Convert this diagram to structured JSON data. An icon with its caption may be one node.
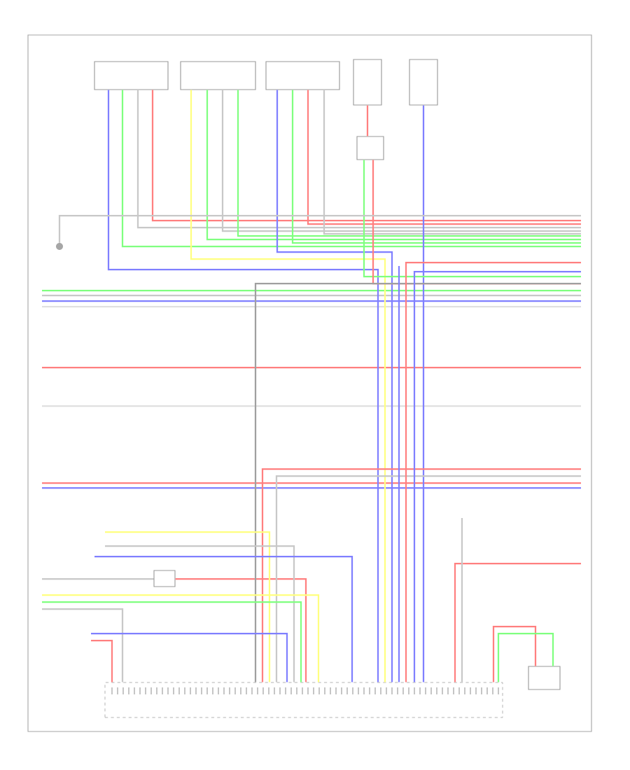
{
  "diagram": {
    "nodes": [
      {
        "text": [],
        "shape": "box"
      },
      {
        "text": [],
        "shape": "box"
      },
      {
        "text": [],
        "shape": "box"
      },
      {
        "text": [],
        "shape": "box"
      },
      {
        "text": [],
        "shape": "box"
      },
      {
        "text": [],
        "shape": "box"
      },
      {
        "text": [],
        "shape": "circle"
      },
      {
        "text": [],
        "shape": "box"
      },
      {
        "text": [],
        "shape": "bar"
      },
      {
        "text": [],
        "shape": "box"
      }
    ],
    "edges": [
      {
        "from": 0,
        "to": 8,
        "arrow": "none",
        "color": "#8080ff"
      },
      {
        "from": 0,
        "to": null,
        "arrow": "none",
        "color": "#80ff80"
      },
      {
        "from": 0,
        "to": null,
        "arrow": "none",
        "color": "#c8c8c8"
      },
      {
        "from": 0,
        "to": null,
        "arrow": "none",
        "color": "#ff8080"
      },
      {
        "from": 1,
        "to": 8,
        "arrow": "none",
        "color": "#ffff80"
      },
      {
        "from": 1,
        "to": null,
        "arrow": "none",
        "color": "#80ff80"
      },
      {
        "from": 1,
        "to": null,
        "arrow": "none",
        "color": "#c8c8c8"
      },
      {
        "from": 1,
        "to": null,
        "arrow": "none",
        "color": "#80ff80"
      },
      {
        "from": 2,
        "to": 8,
        "arrow": "none",
        "color": "#8080ff"
      },
      {
        "from": 2,
        "to": null,
        "arrow": "none",
        "color": "#80ff80"
      },
      {
        "from": 2,
        "to": null,
        "arrow": "none",
        "color": "#ff8080"
      },
      {
        "from": 2,
        "to": null,
        "arrow": "none",
        "color": "#c8c8c8"
      },
      {
        "from": 3,
        "to": 5,
        "arrow": "none",
        "color": "#ff8080"
      },
      {
        "from": 4,
        "to": 8,
        "arrow": "none",
        "color": "#8080ff"
      },
      {
        "from": 5,
        "to": null,
        "arrow": "none",
        "color": "#80ff80"
      },
      {
        "from": 5,
        "to": null,
        "arrow": "none",
        "color": "#ff8080"
      },
      {
        "from": 6,
        "to": null,
        "arrow": "none",
        "color": "#c8c8c8"
      },
      {
        "from": 7,
        "to": 8,
        "arrow": "none",
        "color": "#ff8080"
      },
      {
        "from": 9,
        "to": 8,
        "arrow": "none",
        "color": "#ff8080"
      },
      {
        "from": 9,
        "to": 8,
        "arrow": "none",
        "color": "#80ff80"
      },
      {
        "from": null,
        "to": 8,
        "arrow": "none",
        "color": "#a0a0a0"
      },
      {
        "from": null,
        "to": 8,
        "arrow": "none",
        "color": "#ff8080"
      },
      {
        "from": null,
        "to": 8,
        "arrow": "none",
        "color": "#c8c8c8"
      },
      {
        "from": null,
        "to": 8,
        "arrow": "none",
        "color": "#ffff80"
      },
      {
        "from": null,
        "to": 8,
        "arrow": "none",
        "color": "#c8c8c8"
      },
      {
        "from": null,
        "to": 8,
        "arrow": "none",
        "color": "#8080ff"
      },
      {
        "from": null,
        "to": 8,
        "arrow": "none",
        "color": "#ffff80"
      },
      {
        "from": null,
        "to": 8,
        "arrow": "none",
        "color": "#80ff80"
      },
      {
        "from": null,
        "to": 8,
        "arrow": "none",
        "color": "#c8c8c8"
      },
      {
        "from": null,
        "to": 8,
        "arrow": "none",
        "color": "#8080ff"
      },
      {
        "from": null,
        "to": 8,
        "arrow": "none",
        "color": "#ff8080"
      },
      {
        "from": null,
        "to": 8,
        "arrow": "none",
        "color": "#ff8080"
      },
      {
        "from": null,
        "to": 8,
        "arrow": "none",
        "color": "#c8c8c8"
      },
      {
        "from": null,
        "to": 8,
        "arrow": "none",
        "color": "#8080ff"
      },
      {
        "from": null,
        "to": 8,
        "arrow": "none",
        "color": "#ff8080"
      },
      {
        "from": null,
        "to": 8,
        "arrow": "none",
        "color": "#8080ff"
      }
    ]
  }
}
